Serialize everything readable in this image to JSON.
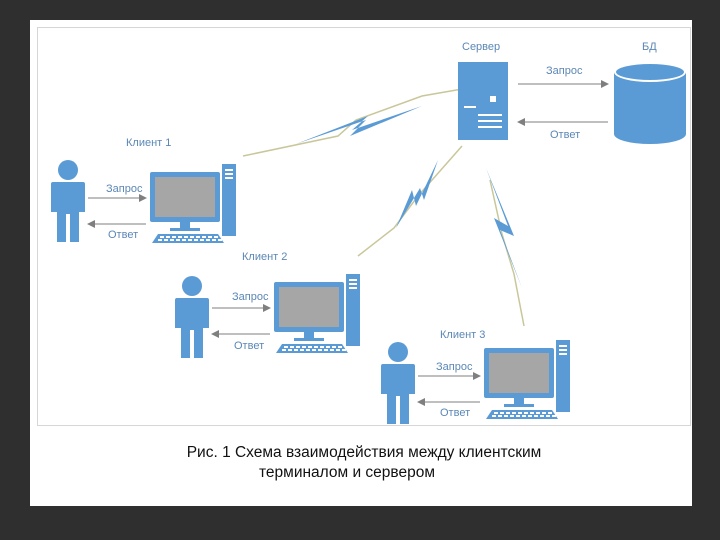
{
  "colors": {
    "background": "#2f2f2f",
    "slide": "#ffffff",
    "device_blue": "#5b9bd5",
    "label_blue": "#5b87b5",
    "screen_gray": "#a6a6a6",
    "line_olive": "#c9c79a",
    "arrow_gray": "#7f7f7f"
  },
  "diagram": {
    "server_label": "Сервер",
    "db_label": "БД",
    "server_db_request": "Запрос",
    "server_db_response": "Ответ",
    "clients": [
      {
        "label": "Клиент 1",
        "request": "Запрос",
        "response": "Ответ"
      },
      {
        "label": "Клиент 2",
        "request": "Запрос",
        "response": "Ответ"
      },
      {
        "label": "Клиент 3",
        "request": "Запрос",
        "response": "Ответ"
      }
    ],
    "icons": [
      "server-icon",
      "database-icon",
      "person-icon",
      "monitor-icon",
      "keyboard-icon",
      "system-unit-icon",
      "lightning-icon"
    ]
  },
  "caption": {
    "line1": "Рис. 1 Схема взаимодействия между клиентским",
    "line2": "терминалом и сервером"
  }
}
